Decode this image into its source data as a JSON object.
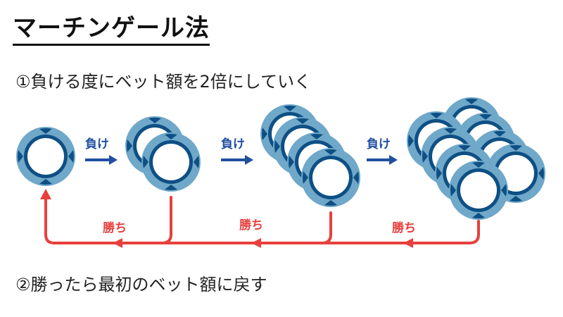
{
  "title": "マーチンゲール法",
  "step1": "①負ける度にベット額を2倍にしていく",
  "step2": "②勝ったら最初のベット額に戻す",
  "lose_label": "負け",
  "win_label": "勝ち",
  "chip_counts": [
    1,
    2,
    4,
    8
  ],
  "colors": {
    "chip_outer": "#6fa8c9",
    "chip_inner": "#0e4f84",
    "lose_arrow": "#1f4fa0",
    "win_arrow": "#e8403c"
  }
}
